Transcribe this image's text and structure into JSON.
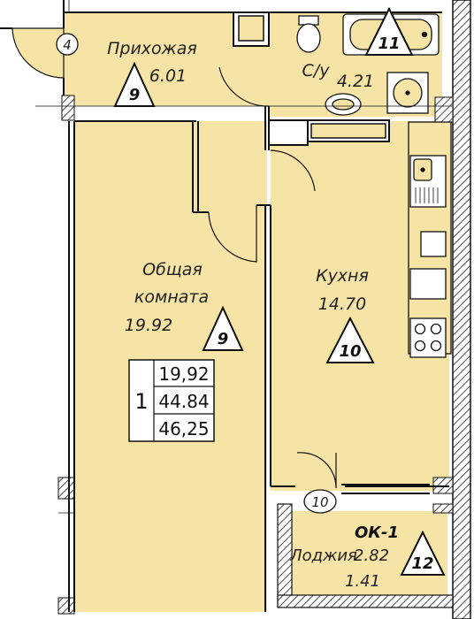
{
  "rooms": {
    "hallway": {
      "name": "Прихожая",
      "area": "6.01",
      "finish_mark": "9"
    },
    "bathroom": {
      "name": "С/у",
      "area": "4.21",
      "finish_mark": "11"
    },
    "living": {
      "name_line1": "Общая",
      "name_line2": "комната",
      "area": "19.92",
      "finish_mark": "9"
    },
    "kitchen": {
      "name": "Кухня",
      "area": "14.70",
      "finish_mark": "10"
    },
    "loggia": {
      "name": "Лоджия",
      "area": "2.82",
      "area_reduced": "1.41",
      "finish_mark": "12",
      "window_mark": "ОК-1"
    }
  },
  "apartment_box": {
    "rooms_count": "1",
    "living_area": "19,92",
    "total_area": "44.84",
    "total_area_with_loggia": "46,25"
  },
  "door_marks": {
    "entrance": "4",
    "loggia_door": "10"
  },
  "colors": {
    "floor_fill": "#f6e3a6",
    "wall": "#111111",
    "background": "#ffffff",
    "hatch": "#222222"
  }
}
